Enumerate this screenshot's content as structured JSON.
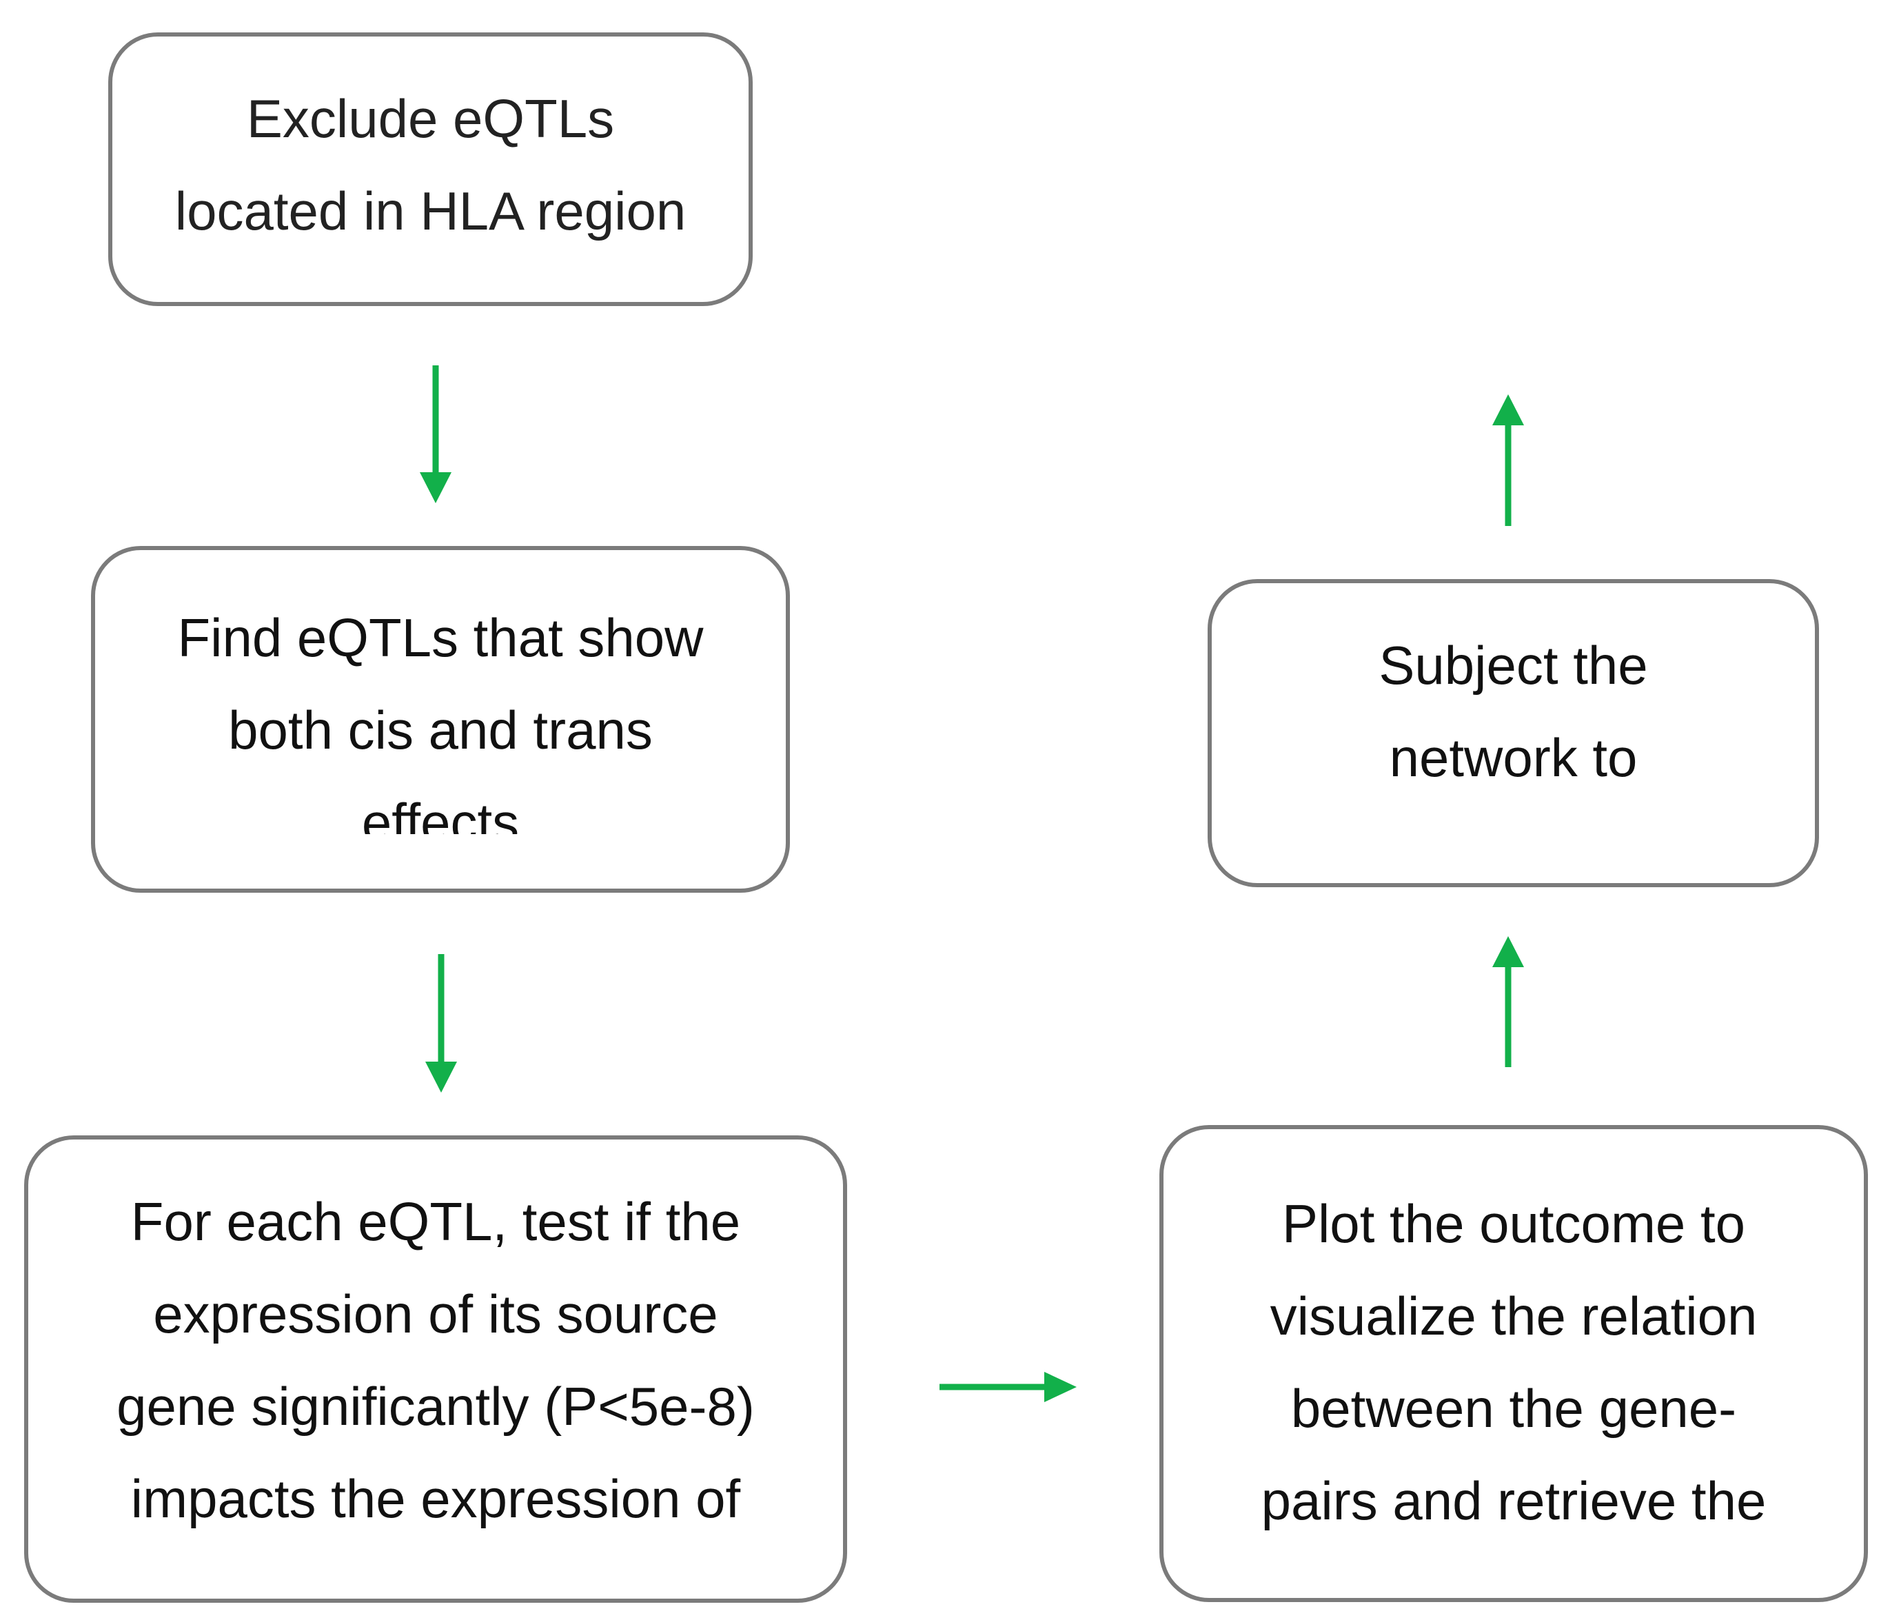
{
  "colors": {
    "box_border": "#7b7b7b",
    "arrow": "#12b04a",
    "text": "#111111",
    "background": "#ffffff"
  },
  "boxes": {
    "exclude_hla": {
      "lines": [
        "Exclude eQTLs",
        "located in HLA region"
      ]
    },
    "find_cis_trans": {
      "lines": [
        "Find eQTLs that show",
        "both cis and trans",
        "effects"
      ]
    },
    "test_expression": {
      "lines": [
        "For each eQTL, test if the",
        "expression of its source",
        "gene significantly (P<5e-8)",
        "impacts the expression of"
      ]
    },
    "subject_network": {
      "lines": [
        "Subject the",
        "network to",
        ""
      ]
    },
    "plot_outcome": {
      "lines": [
        "Plot the outcome to",
        "visualize the relation",
        "between the gene-",
        "pairs and retrieve the"
      ]
    }
  },
  "arrows": [
    {
      "from": "exclude_hla",
      "to": "find_cis_trans",
      "direction": "down"
    },
    {
      "from": "find_cis_trans",
      "to": "test_expression",
      "direction": "down"
    },
    {
      "from": "test_expression",
      "to": "plot_outcome",
      "direction": "right"
    },
    {
      "from": "plot_outcome",
      "to": "subject_network",
      "direction": "up"
    },
    {
      "from": "subject_network",
      "to": "",
      "direction": "up"
    }
  ]
}
